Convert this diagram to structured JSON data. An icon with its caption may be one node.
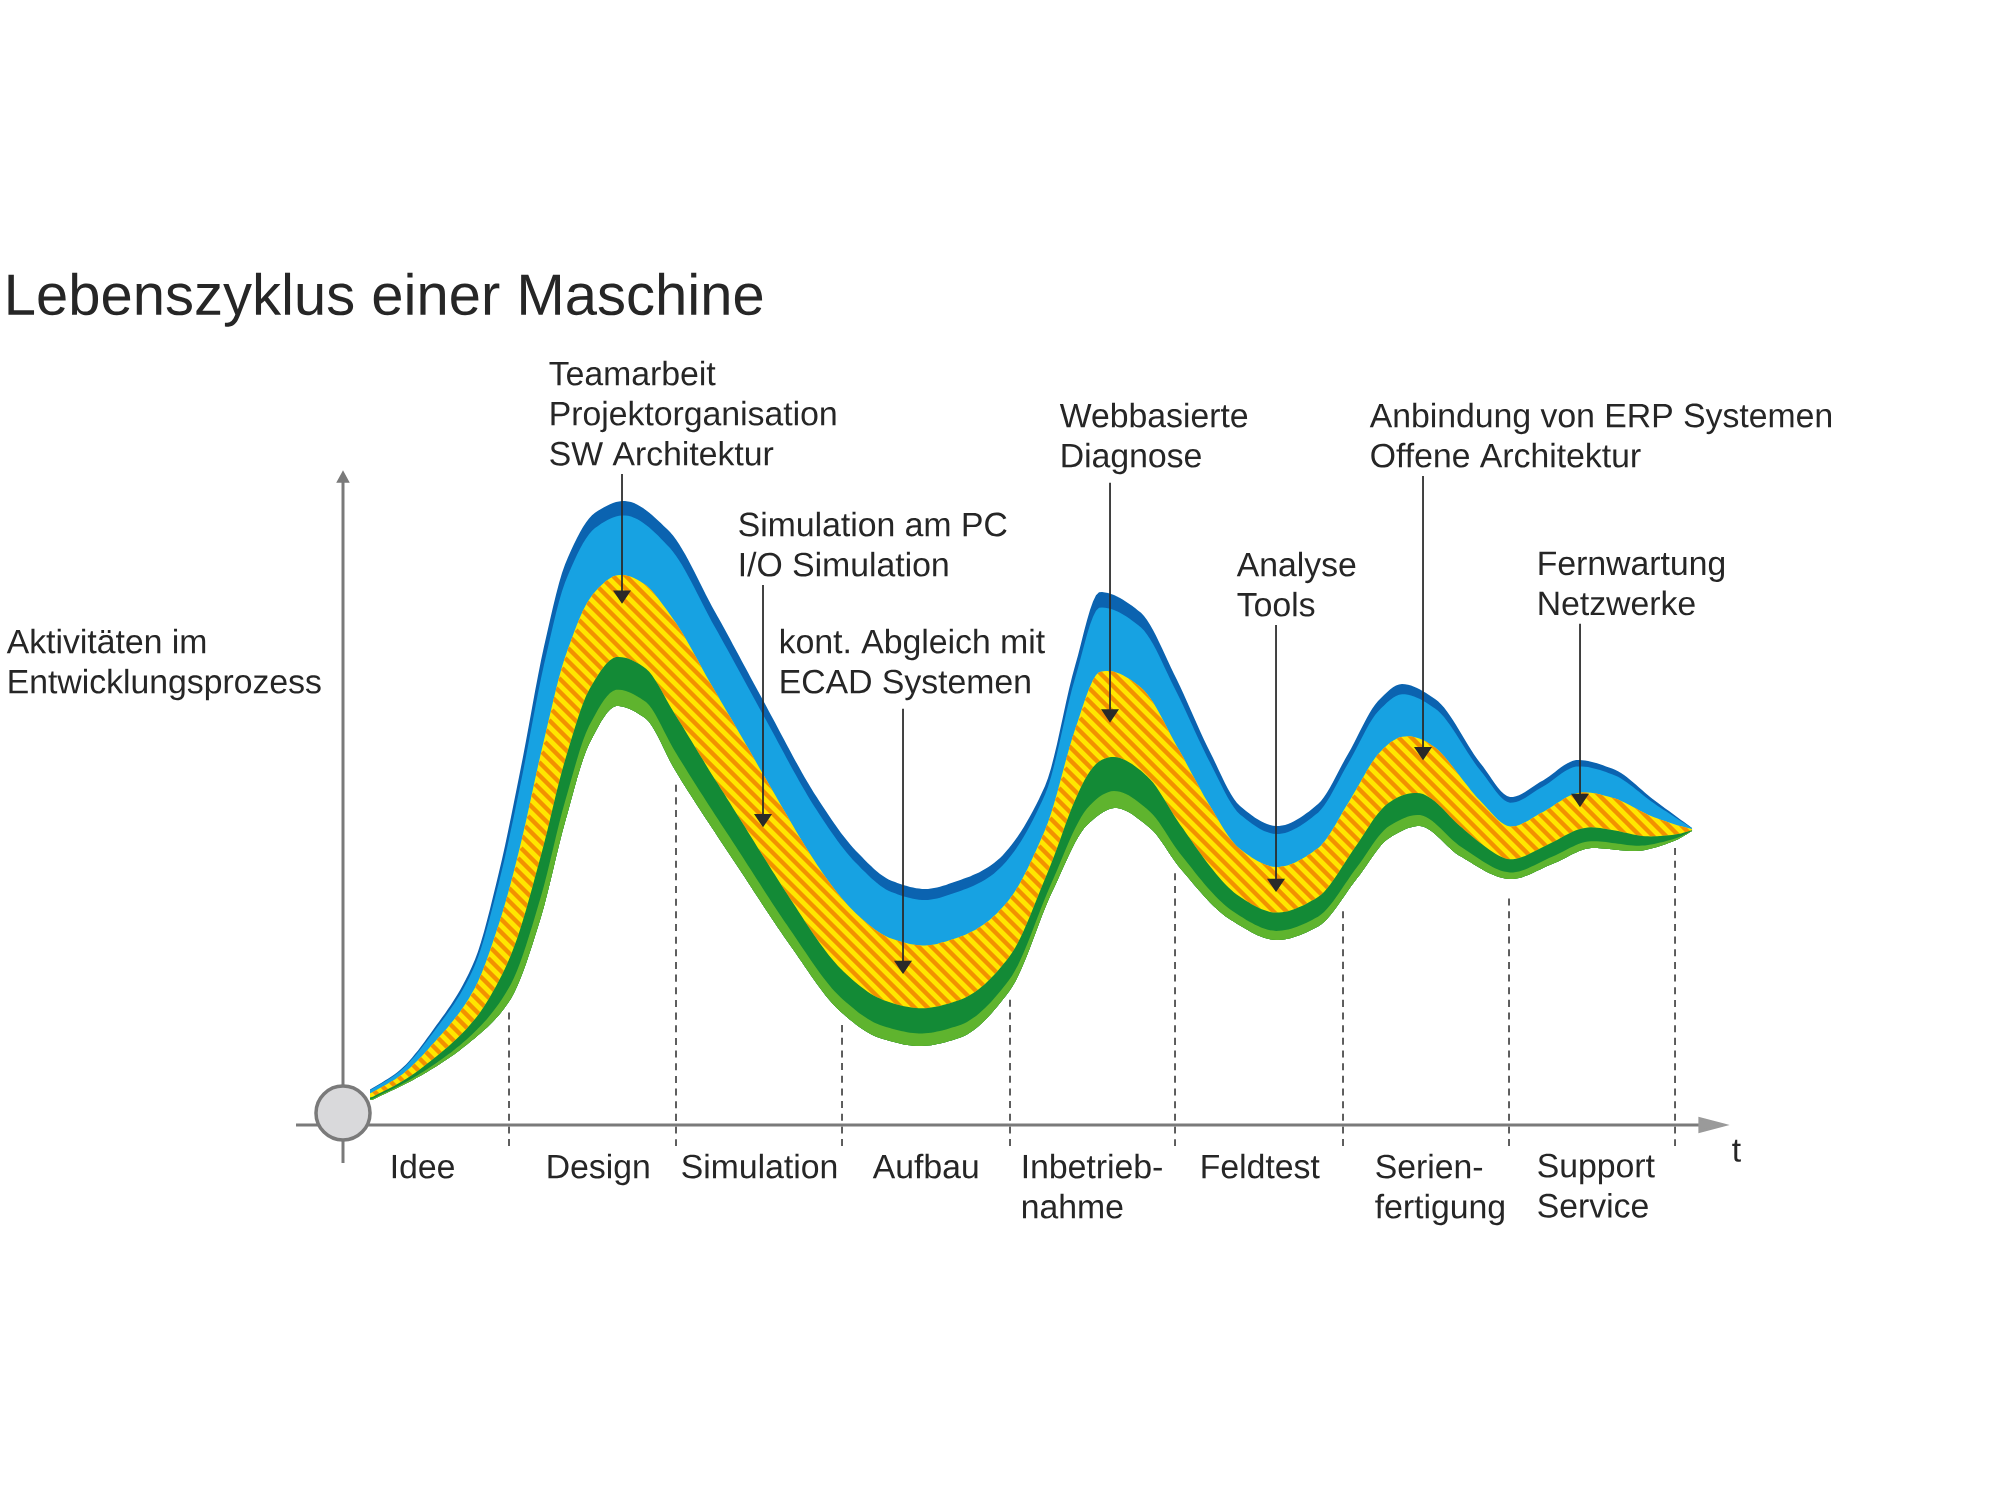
{
  "diagram": {
    "title": "Lebenszyklus einer Maschine",
    "nodes": [
      {
        "text": [
          "Teamarbeit",
          "Projektorganisation",
          "SW Architektur"
        ]
      },
      {
        "text": [
          "Simulation am PC",
          "I/O Simulation"
        ]
      },
      {
        "text": [
          "kont. Abgleich mit ECAD Systemen"
        ]
      },
      {
        "text": [
          "Webbasierte Diagnose"
        ]
      },
      {
        "text": [
          "Analyse Tools"
        ]
      },
      {
        "text": [
          "Anbindung von ERP Systemen",
          "Offene Architektur"
        ]
      },
      {
        "text": [
          "Fernwartung",
          "Netzwerke"
        ]
      }
    ],
    "edges": [
      {
        "from": 0,
        "to": null,
        "arrow": "to"
      },
      {
        "from": 1,
        "to": null,
        "arrow": "to"
      },
      {
        "from": 2,
        "to": null,
        "arrow": "to"
      },
      {
        "from": 3,
        "to": null,
        "arrow": "to"
      },
      {
        "from": 4,
        "to": null,
        "arrow": "to"
      },
      {
        "from": 5,
        "to": null,
        "arrow": "to"
      },
      {
        "from": 6,
        "to": null,
        "arrow": "to"
      }
    ],
    "labels": [
      "Aktivitäten im Entwicklungsprozess",
      "Idee",
      "Design",
      "Simulation",
      "Aufbau",
      "Inbetrieb- nahme",
      "Feldtest",
      "Serien- fertigung",
      "Support Service",
      "t"
    ]
  }
}
